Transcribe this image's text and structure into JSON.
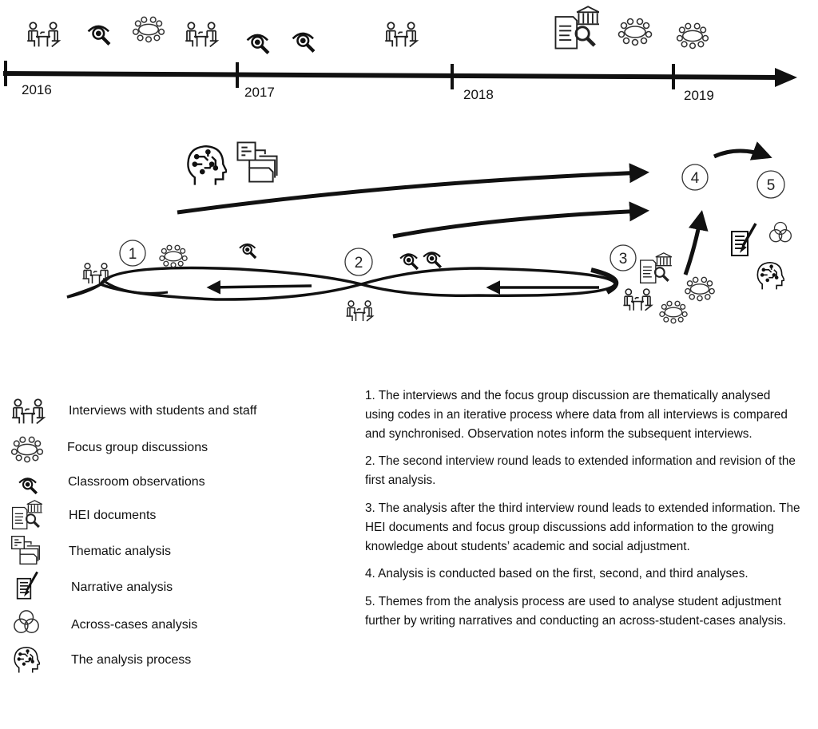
{
  "timeline": {
    "years": [
      "2016",
      "2017",
      "2018",
      "2019"
    ],
    "events": [
      {
        "year": "2016",
        "icons": [
          "interview-icon",
          "observation-icon",
          "focus-group-icon",
          "interview-icon"
        ]
      },
      {
        "year": "2017",
        "icons": [
          "observation-icon",
          "observation-icon",
          "interview-icon"
        ]
      },
      {
        "year": "2018",
        "icons": [
          "hei-documents-icon",
          "focus-group-icon",
          "focus-group-icon"
        ]
      }
    ]
  },
  "process": {
    "steps": [
      "1",
      "2",
      "3",
      "4",
      "5"
    ]
  },
  "legend": [
    {
      "icon": "interview-icon",
      "label": "Interviews with students and staff"
    },
    {
      "icon": "focus-group-icon",
      "label": "Focus group discussions"
    },
    {
      "icon": "observation-icon",
      "label": "Classroom observations"
    },
    {
      "icon": "hei-documents-icon",
      "label": "HEI documents"
    },
    {
      "icon": "thematic-analysis-icon",
      "label": "Thematic analysis"
    },
    {
      "icon": "narrative-analysis-icon",
      "label": "Narrative analysis"
    },
    {
      "icon": "across-cases-icon",
      "label": "Across-cases analysis"
    },
    {
      "icon": "analysis-process-icon",
      "label": "The analysis process"
    }
  ],
  "notes": [
    "1. The interviews and the focus group discussion are thematically analysed using codes in an iterative process where data from all interviews is compared and synchronised. Observation notes inform the subsequent interviews.",
    "2. The second interview round leads to extended information and revision of the first analysis.",
    "3. The analysis after the third interview round leads to extended information. The HEI documents and focus group discussions add information to the growing knowledge about students’ academic and social adjustment.",
    "4. Analysis is conducted based on the first, second, and third analyses.",
    "5. Themes from the analysis process are used to analyse student adjustment further by writing narratives and conducting an across-student-cases analysis."
  ]
}
